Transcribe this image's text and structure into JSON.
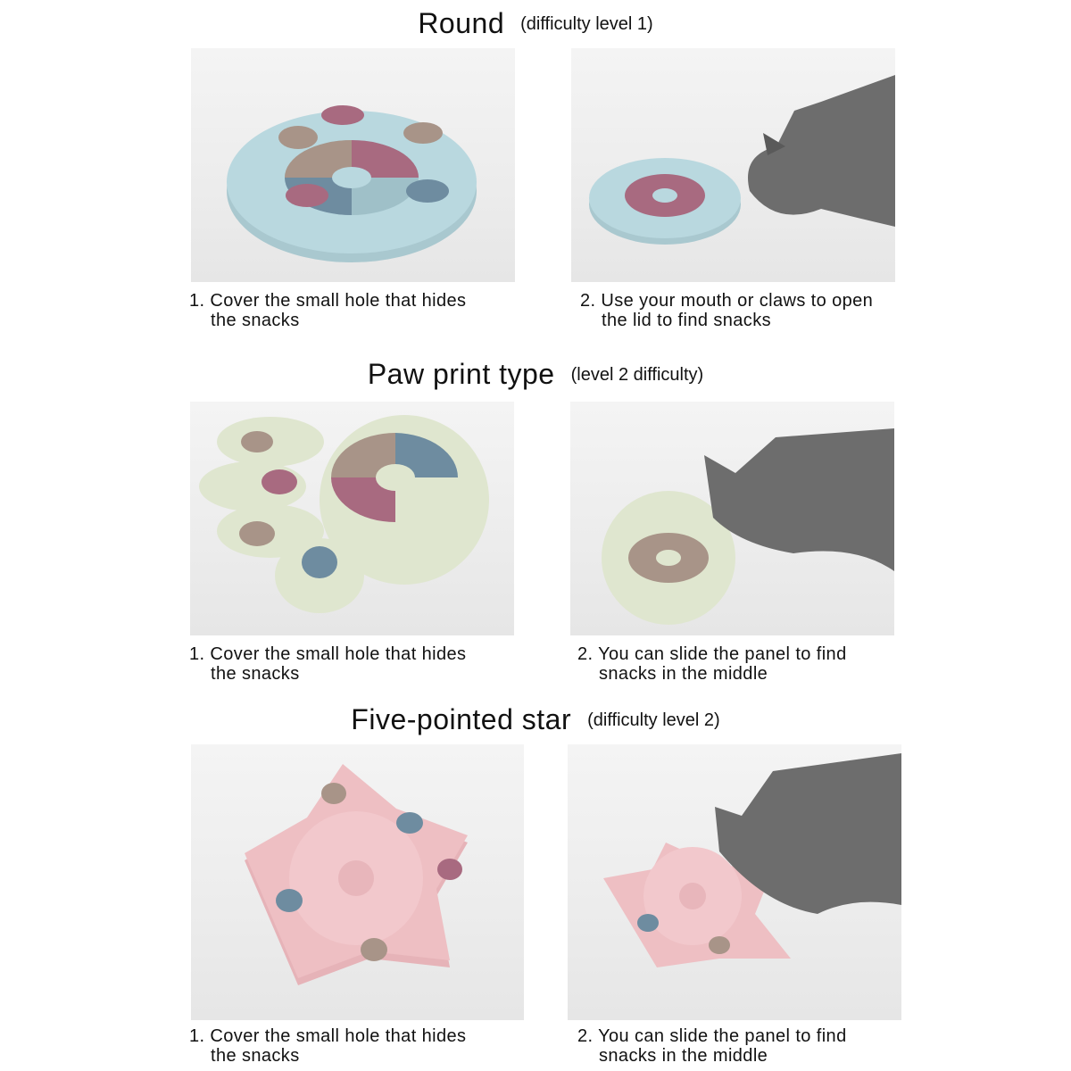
{
  "sections": [
    {
      "title": "Round",
      "subtitle": "(difficulty level 1)",
      "captions": [
        {
          "line1": "1. Cover the small hole that hides",
          "line2": "the snacks"
        },
        {
          "line1": "2. Use your mouth or claws to open",
          "line2": "the lid to find snacks"
        }
      ]
    },
    {
      "title": "Paw print type",
      "subtitle": "(level 2 difficulty)",
      "captions": [
        {
          "line1": "1. Cover the small hole that hides",
          "line2": "the snacks"
        },
        {
          "line1": "2. You can slide the panel to find",
          "line2": "snacks in the middle"
        }
      ]
    },
    {
      "title": "Five-pointed star",
      "subtitle": "(difficulty level 2)",
      "captions": [
        {
          "line1": "1. Cover the small hole that hides",
          "line2": "the snacks"
        },
        {
          "line1": "2. You can slide the panel to find",
          "line2": "snacks in the middle"
        }
      ]
    }
  ],
  "colors": {
    "round_toy": "#b9d8df",
    "paw_toy": "#dfe6cf",
    "star_toy": "#eebfc3",
    "mauve": "#a86a80",
    "tan": "#a89488",
    "slate": "#6e8ca0",
    "cat": "#6d6d6d"
  }
}
